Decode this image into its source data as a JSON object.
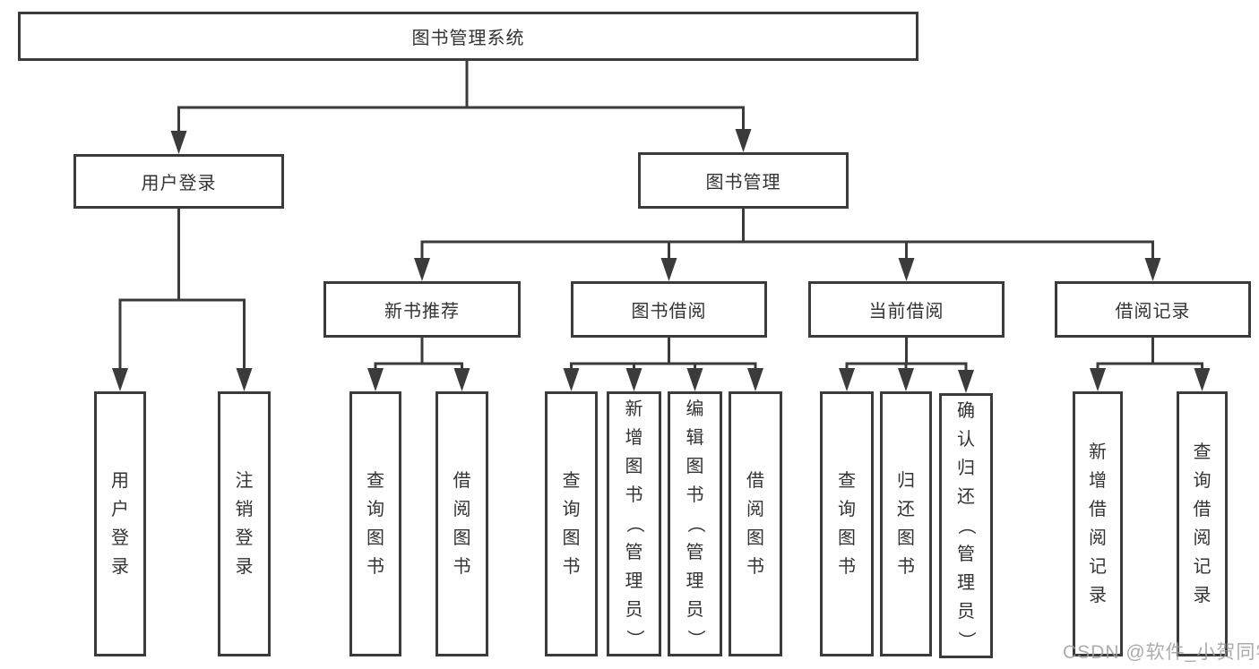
{
  "diagram": {
    "type": "hierarchy",
    "root": {
      "label": "图书管理系统"
    },
    "level2": [
      {
        "label": "用户登录",
        "parent": "图书管理系统"
      },
      {
        "label": "图书管理",
        "parent": "图书管理系统"
      }
    ],
    "level3": [
      {
        "label": "新书推荐",
        "parent": "图书管理"
      },
      {
        "label": "图书借阅",
        "parent": "图书管理"
      },
      {
        "label": "当前借阅",
        "parent": "图书管理"
      },
      {
        "label": "借阅记录",
        "parent": "图书管理"
      }
    ],
    "leaves": [
      {
        "label": "用户登录",
        "parent": "用户登录"
      },
      {
        "label": "注销登录",
        "parent": "用户登录"
      },
      {
        "label": "查询图书",
        "parent": "新书推荐"
      },
      {
        "label": "借阅图书",
        "parent": "新书推荐"
      },
      {
        "label": "查询图书",
        "parent": "图书借阅"
      },
      {
        "label": "新增图书（管理员）",
        "parent": "图书借阅"
      },
      {
        "label": "编辑图书（管理员）",
        "parent": "图书借阅"
      },
      {
        "label": "借阅图书",
        "parent": "图书借阅"
      },
      {
        "label": "查询图书",
        "parent": "当前借阅"
      },
      {
        "label": "归还图书",
        "parent": "当前借阅"
      },
      {
        "label": "确认归还（管理员）",
        "parent": "当前借阅"
      },
      {
        "label": "新增借阅记录",
        "parent": "借阅记录"
      },
      {
        "label": "查询借阅记录",
        "parent": "借阅记录"
      }
    ]
  },
  "watermark": "CSDN @软件_小贺同学",
  "colors": {
    "line": "#3b3b3b",
    "text": "#333333",
    "box_background": "#ffffff",
    "watermark": "#9e9e9e",
    "page_background": "#ffffff"
  }
}
